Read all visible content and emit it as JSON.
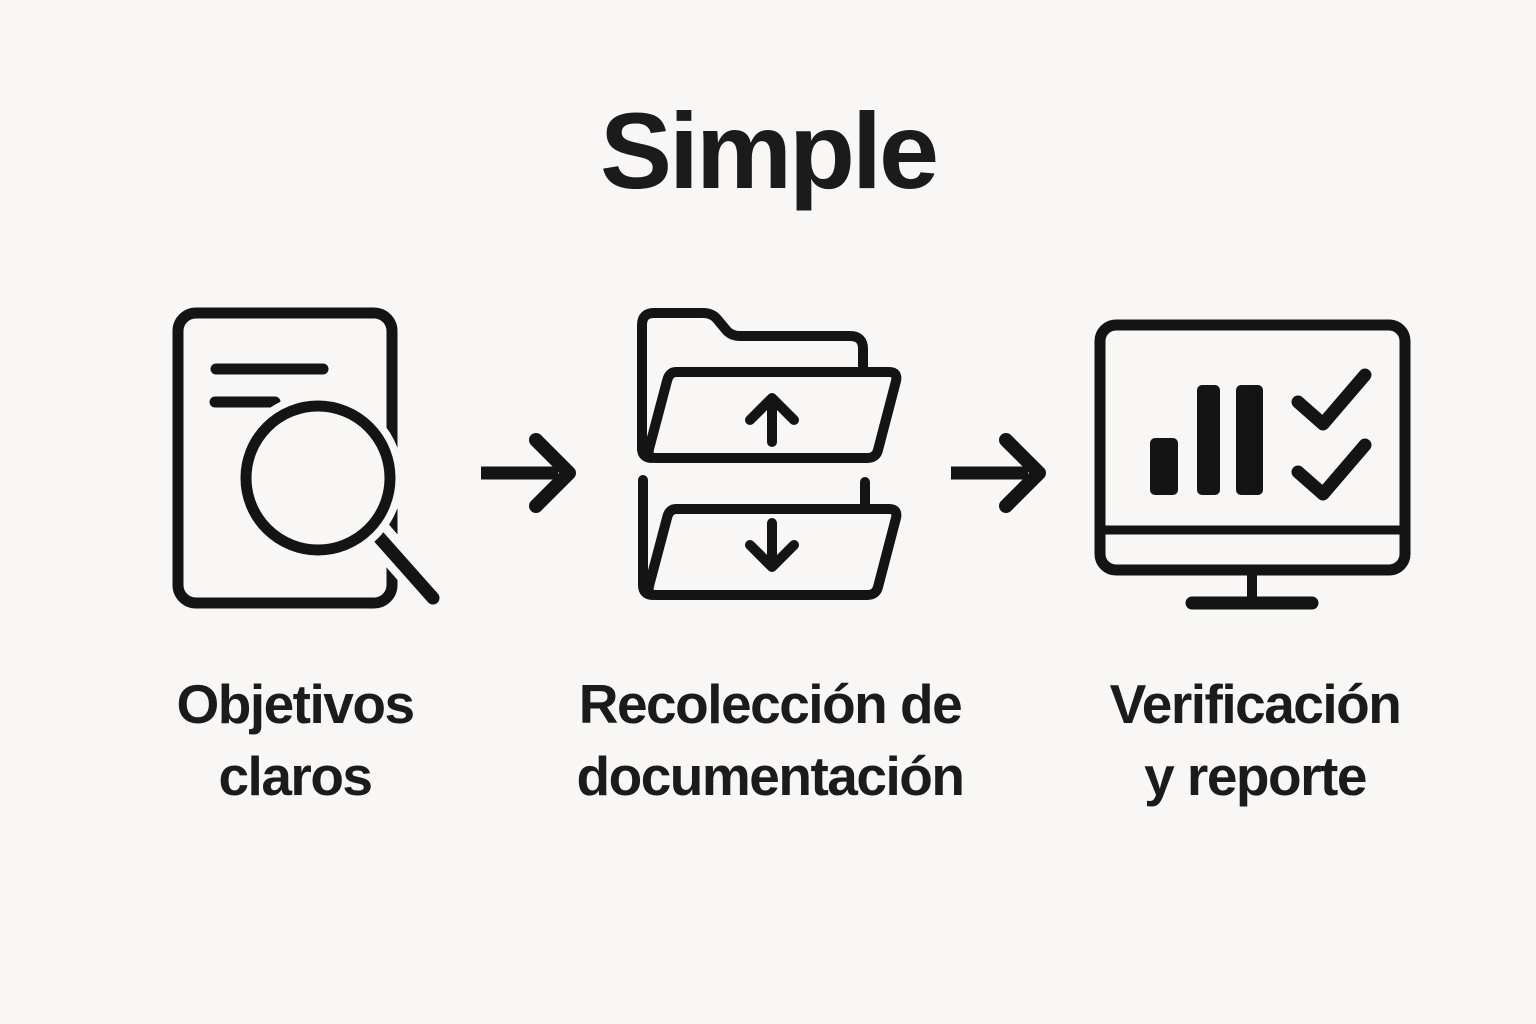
{
  "title": "Simple",
  "colors": {
    "background": "#f8f7f5",
    "ink": "#141414"
  },
  "steps": [
    {
      "icon": "document-search-icon",
      "label": "Objetivos claros",
      "label_line1": "Objetivos",
      "label_line2": "claros"
    },
    {
      "icon": "folders-upload-download-icon",
      "label": "Recolección de documentación",
      "label_line1": "Recolección de",
      "label_line2": "documentación"
    },
    {
      "icon": "monitor-chart-checklist-icon",
      "label": "Verificación y reporte",
      "label_line1": "Verificación",
      "label_line2": "y reporte"
    }
  ],
  "connectors": [
    {
      "icon": "arrow-right-icon"
    },
    {
      "icon": "arrow-right-icon"
    }
  ]
}
